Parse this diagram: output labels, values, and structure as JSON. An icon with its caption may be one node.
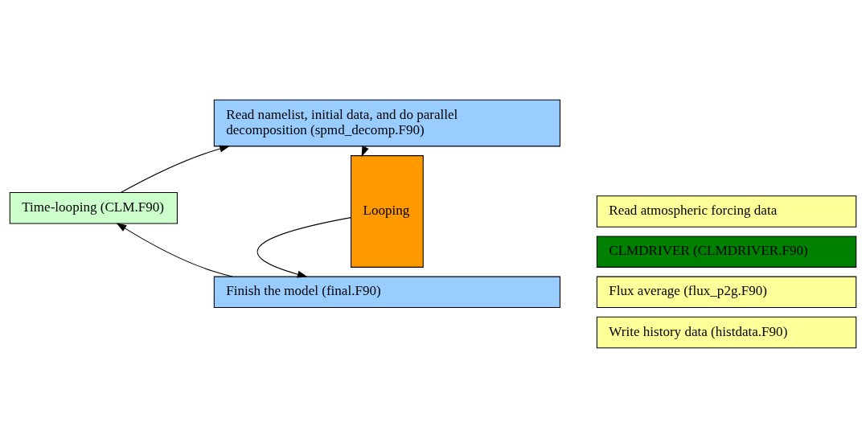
{
  "diagram": {
    "nodes": [
      {
        "text": [
          "Time-looping (CLM.F90)"
        ]
      },
      {
        "text": [
          "Read namelist, initial data, and do parallel decomposition (spmd_decomp.F90)"
        ]
      },
      {
        "text": [
          "Looping"
        ]
      },
      {
        "text": [
          "Read atmospheric forcing data"
        ]
      },
      {
        "text": [
          "CLMDRIVER (CLMDRIVER.F90)"
        ]
      },
      {
        "text": [
          "Flux average (flux_p2g.F90)"
        ]
      },
      {
        "text": [
          "Write history data (histdata.F90)"
        ]
      },
      {
        "text": [
          "Finish the model (final.F90)"
        ]
      }
    ],
    "edges": [
      {
        "from": 0,
        "to": 1,
        "arrow": "to"
      },
      {
        "from": 1,
        "to": 2,
        "arrow": "to"
      },
      {
        "from": 2,
        "to": 7,
        "arrow": "to"
      },
      {
        "from": 7,
        "to": 0,
        "arrow": "to"
      }
    ]
  }
}
